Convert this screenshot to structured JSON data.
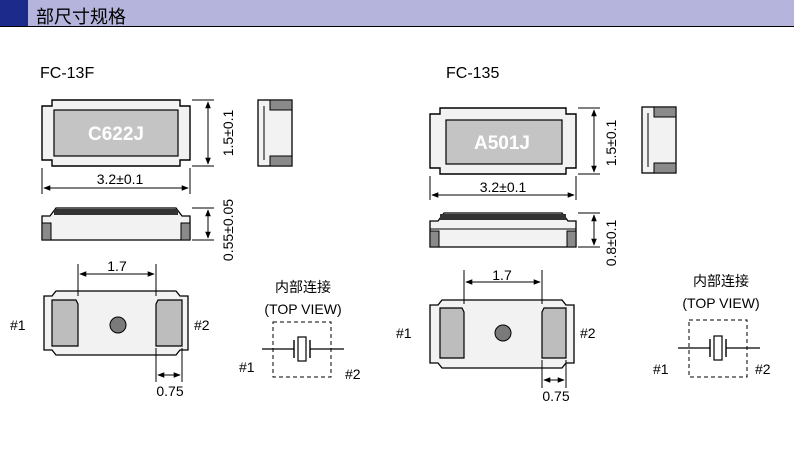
{
  "header": {
    "title": "部尺寸规格"
  },
  "fc13f": {
    "name": "FC-13F",
    "marking": "C622J",
    "width": "3.2±0.1",
    "height": "1.5±0.1",
    "thickness": "0.55±0.05",
    "pad_spacing": "1.7",
    "pad_width": "0.75",
    "pin1": "#1",
    "pin2": "#2",
    "conn_title": "内部连接",
    "conn_view": "(TOP VIEW)"
  },
  "fc135": {
    "name": "FC-135",
    "marking": "A501J",
    "width": "3.2±0.1",
    "height": "1.5±0.1",
    "thickness": "0.8±0.1",
    "pad_spacing": "1.7",
    "pad_width": "0.75",
    "pin1": "#1",
    "pin2": "#2",
    "conn_title": "内部连接",
    "conn_view": "(TOP VIEW)"
  }
}
